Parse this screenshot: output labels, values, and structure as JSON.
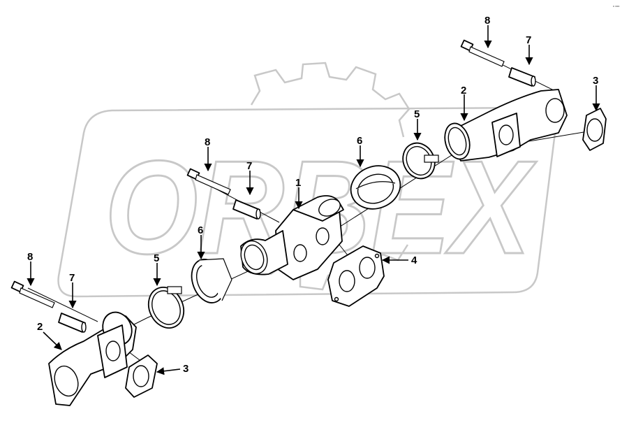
{
  "corner_code": "° °°°",
  "watermark": {
    "text": "ORBEX",
    "color": "#c8c8c8"
  },
  "callouts": {
    "c1": "1",
    "c2_left": "2",
    "c2_right": "2",
    "c3_left": "3",
    "c3_right": "3",
    "c4": "4",
    "c5_left": "5",
    "c5_right": "5",
    "c6_left": "6",
    "c6_right": "6",
    "c7_left": "7",
    "c7_mid": "7",
    "c7_right": "7",
    "c8_left": "8",
    "c8_mid": "8",
    "c8_right": "8"
  }
}
